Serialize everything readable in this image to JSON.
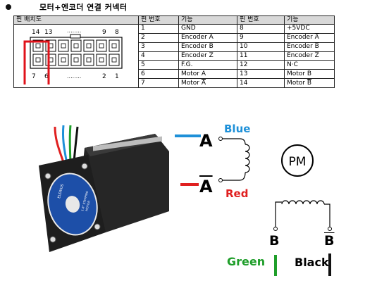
{
  "title": "모터+엔코더 연결 커넥터",
  "table": {
    "headers": [
      "핀 배치도",
      "핀 번호",
      "기능",
      "핀 번호",
      "기능"
    ],
    "rows": [
      {
        "pin_a": "1",
        "func_a": "GND",
        "pin_b": "8",
        "func_b": "+5VDC",
        "ov_a": false,
        "ov_b": false
      },
      {
        "pin_a": "2",
        "func_a": "Encoder A",
        "pin_b": "9",
        "func_b": "Encoder A",
        "ov_a": false,
        "ov_b": true
      },
      {
        "pin_a": "3",
        "func_a": "Encoder B",
        "pin_b": "10",
        "func_b": "Encoder B",
        "ov_a": false,
        "ov_b": true
      },
      {
        "pin_a": "4",
        "func_a": "Encoder Z",
        "pin_b": "11",
        "func_b": "Encoder Z",
        "ov_a": false,
        "ov_b": true
      },
      {
        "pin_a": "5",
        "func_a": "F.G.",
        "pin_b": "12",
        "func_b": "N·C",
        "ov_a": false,
        "ov_b": false
      },
      {
        "pin_a": "6",
        "func_a": "Motor A",
        "pin_b": "13",
        "func_b": "Motor B",
        "ov_a": false,
        "ov_b": false
      },
      {
        "pin_a": "7",
        "func_a": "Motor A",
        "pin_b": "14",
        "func_b": "Motor B",
        "ov_a": true,
        "ov_b": true
      }
    ]
  },
  "connector": {
    "top_left_labels": [
      "14",
      "13"
    ],
    "top_right_labels": [
      "9",
      "8"
    ],
    "bottom_left_labels": [
      "7",
      "6"
    ],
    "bottom_right_labels": [
      "2",
      "1"
    ],
    "dots": "........"
  },
  "motor": {
    "label_line1": "ELERIUS",
    "label_line2": "1.8° STEPPING",
    "label_line3": "MOTOR",
    "colors": {
      "body": "#1e1e1e",
      "label": "#1d4fa8",
      "flange": "#bcbcbc"
    }
  },
  "wiring": {
    "coil_a": {
      "label": "A",
      "label_bar": "A",
      "wire_top": "Blue",
      "wire_bottom": "Red",
      "wire_top_color": "#1e90d8",
      "wire_bottom_color": "#e02020"
    },
    "coil_b": {
      "label": "B",
      "label_bar": "B",
      "wire_left": "Green",
      "wire_right": "Black",
      "wire_left_color": "#1f9e2a",
      "wire_right_color": "#111111"
    },
    "pm_label": "PM"
  }
}
